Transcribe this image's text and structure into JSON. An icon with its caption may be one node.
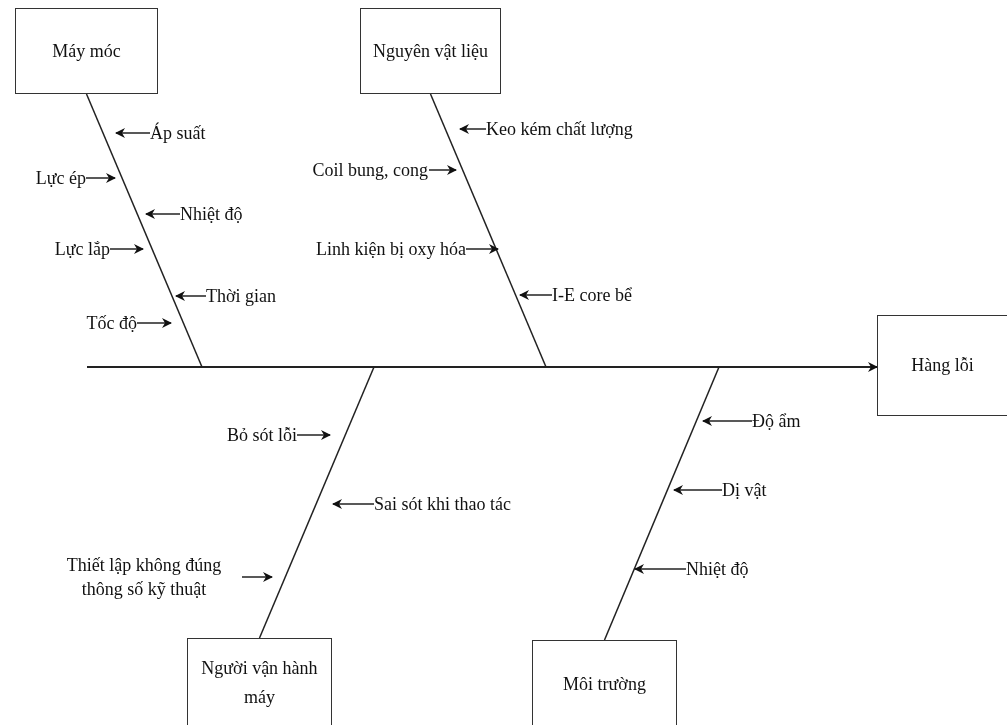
{
  "diagram": {
    "nodes": [
      {
        "text": [
          "Máy móc"
        ]
      },
      {
        "text": [
          "Nguyên vật liệu"
        ]
      },
      {
        "text": [
          "Áp suất"
        ]
      },
      {
        "text": [
          "Lực ép"
        ]
      },
      {
        "text": [
          "Nhiệt độ"
        ]
      },
      {
        "text": [
          "Lực lắp"
        ]
      },
      {
        "text": [
          "Thời gian"
        ]
      },
      {
        "text": [
          "Tốc độ"
        ]
      },
      {
        "text": [
          "Keo kém chất lượng"
        ]
      },
      {
        "text": [
          "Coil bung, cong"
        ]
      },
      {
        "text": [
          "Linh kiện bị oxy hóa"
        ]
      },
      {
        "text": [
          "I-E core bể"
        ]
      },
      {
        "text": [
          "Hàng lỗi"
        ]
      },
      {
        "text": [
          "Bỏ sót lỗi"
        ]
      },
      {
        "text": [
          "Sai sót khi thao tác"
        ]
      },
      {
        "text": [
          "Thiết lập không đúng thông số kỹ thuật"
        ]
      },
      {
        "text": [
          "Người vận hành máy"
        ]
      },
      {
        "text": [
          "Độ ẩm"
        ]
      },
      {
        "text": [
          "Dị vật"
        ]
      },
      {
        "text": [
          "Nhiệt độ"
        ]
      },
      {
        "text": [
          "Môi trường"
        ]
      }
    ],
    "edges": [
      {
        "from": null,
        "to": 12,
        "arrow": "to"
      },
      {
        "from": 0,
        "to": null,
        "arrow": "none"
      },
      {
        "from": 1,
        "to": null,
        "arrow": "none"
      },
      {
        "from": 16,
        "to": null,
        "arrow": "none"
      },
      {
        "from": 20,
        "to": null,
        "arrow": "none"
      },
      {
        "from": 2,
        "to": null,
        "arrow": "to"
      },
      {
        "from": 3,
        "to": null,
        "arrow": "to"
      },
      {
        "from": 4,
        "to": null,
        "arrow": "to"
      },
      {
        "from": 5,
        "to": null,
        "arrow": "to"
      },
      {
        "from": 6,
        "to": null,
        "arrow": "to"
      },
      {
        "from": 7,
        "to": null,
        "arrow": "to"
      },
      {
        "from": 8,
        "to": null,
        "arrow": "to"
      },
      {
        "from": 9,
        "to": null,
        "arrow": "to"
      },
      {
        "from": 10,
        "to": null,
        "arrow": "to"
      },
      {
        "from": 11,
        "to": null,
        "arrow": "to"
      },
      {
        "from": 13,
        "to": null,
        "arrow": "to"
      },
      {
        "from": 14,
        "to": null,
        "arrow": "to"
      },
      {
        "from": 15,
        "to": null,
        "arrow": "to"
      },
      {
        "from": 17,
        "to": null,
        "arrow": "to"
      },
      {
        "from": 18,
        "to": null,
        "arrow": "to"
      },
      {
        "from": 19,
        "to": null,
        "arrow": "to"
      }
    ]
  }
}
